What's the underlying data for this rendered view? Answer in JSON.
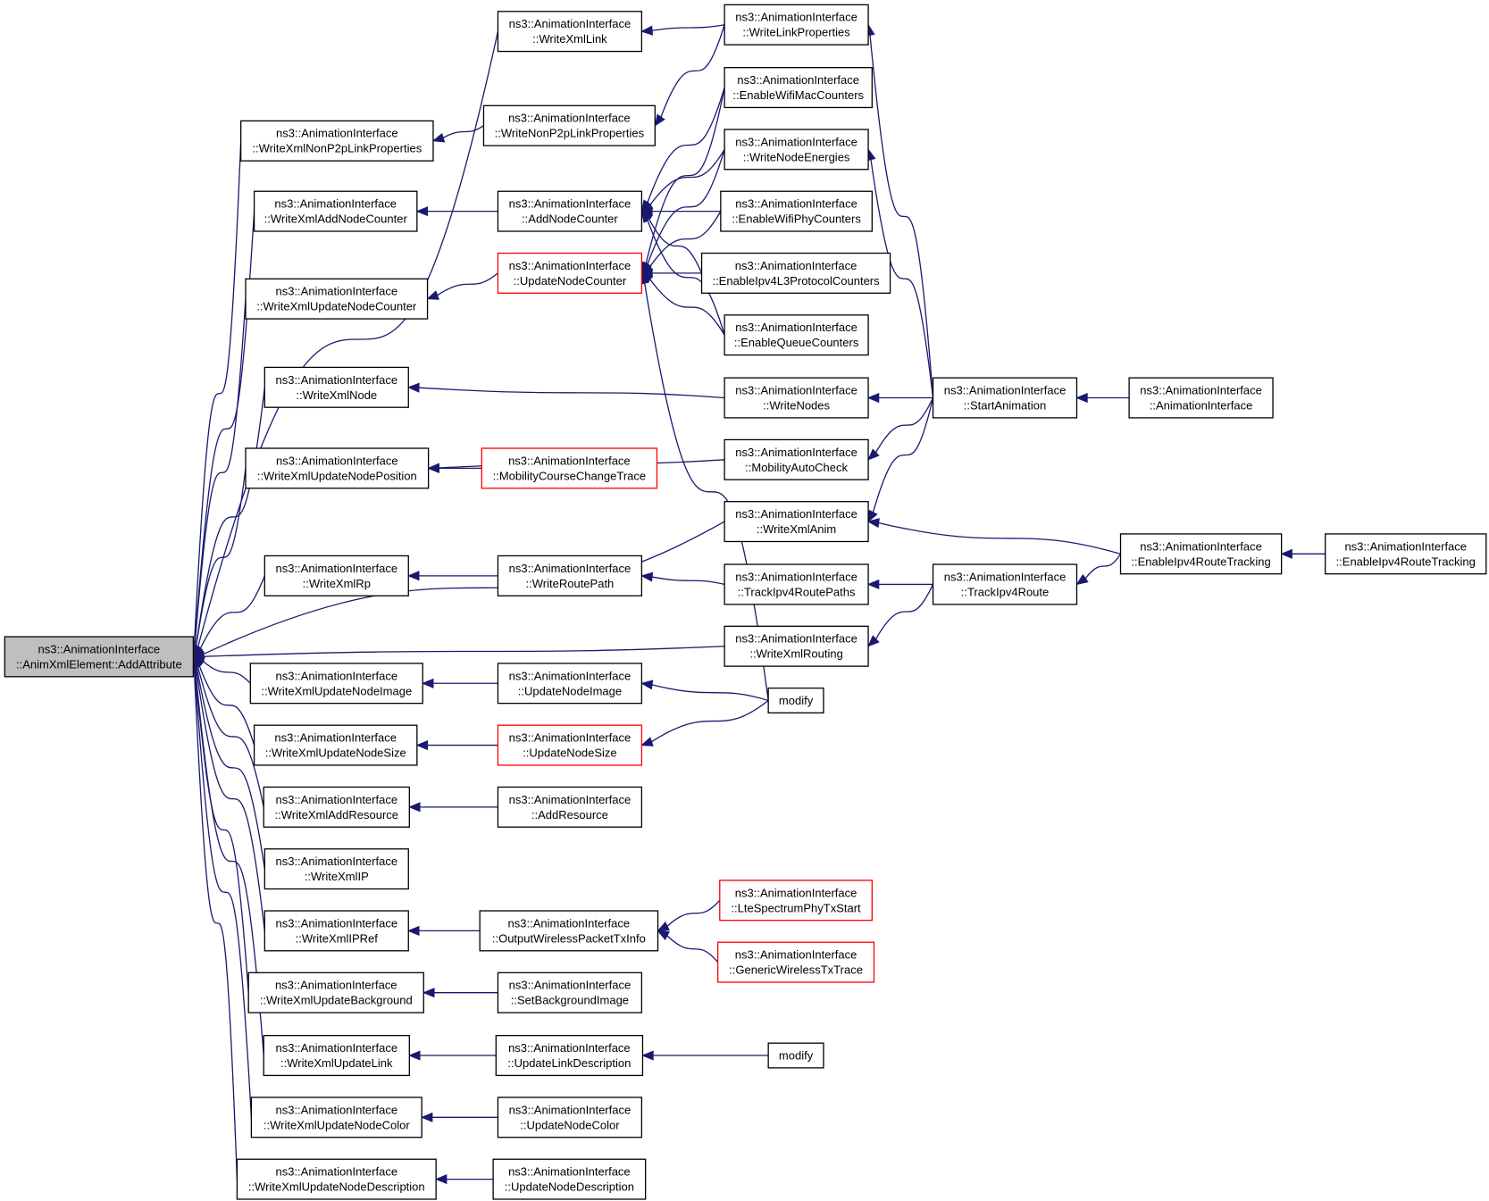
{
  "nodes": [
    {
      "id": "root",
      "lines": [
        "ns3::AnimationInterface",
        "::AnimXmlElement::AddAttribute"
      ],
      "style": "root"
    },
    {
      "id": "writeXmlLink",
      "lines": [
        "ns3::AnimationInterface",
        "::WriteXmlLink"
      ]
    },
    {
      "id": "writeXmlNonP2p",
      "lines": [
        "ns3::AnimationInterface",
        "::WriteXmlNonP2pLinkProperties"
      ]
    },
    {
      "id": "writeXmlAddNodeCounter",
      "lines": [
        "ns3::AnimationInterface",
        "::WriteXmlAddNodeCounter"
      ]
    },
    {
      "id": "writeXmlUpdateNodeCounter",
      "lines": [
        "ns3::AnimationInterface",
        "::WriteXmlUpdateNodeCounter"
      ]
    },
    {
      "id": "writeXmlNode",
      "lines": [
        "ns3::AnimationInterface",
        "::WriteXmlNode"
      ]
    },
    {
      "id": "writeXmlUpdateNodePosition",
      "lines": [
        "ns3::AnimationInterface",
        "::WriteXmlUpdateNodePosition"
      ]
    },
    {
      "id": "writeXmlRp",
      "lines": [
        "ns3::AnimationInterface",
        "::WriteXmlRp"
      ]
    },
    {
      "id": "writeXmlUpdateNodeImage",
      "lines": [
        "ns3::AnimationInterface",
        "::WriteXmlUpdateNodeImage"
      ]
    },
    {
      "id": "writeXmlUpdateNodeSize",
      "lines": [
        "ns3::AnimationInterface",
        "::WriteXmlUpdateNodeSize"
      ]
    },
    {
      "id": "writeXmlAddResource",
      "lines": [
        "ns3::AnimationInterface",
        "::WriteXmlAddResource"
      ]
    },
    {
      "id": "writeXmlIP",
      "lines": [
        "ns3::AnimationInterface",
        "::WriteXmlIP"
      ]
    },
    {
      "id": "writeXmlIPRef",
      "lines": [
        "ns3::AnimationInterface",
        "::WriteXmlIPRef"
      ]
    },
    {
      "id": "writeXmlUpdateBackground",
      "lines": [
        "ns3::AnimationInterface",
        "::WriteXmlUpdateBackground"
      ]
    },
    {
      "id": "writeXmlUpdateLink",
      "lines": [
        "ns3::AnimationInterface",
        "::WriteXmlUpdateLink"
      ]
    },
    {
      "id": "writeXmlUpdateNodeColor",
      "lines": [
        "ns3::AnimationInterface",
        "::WriteXmlUpdateNodeColor"
      ]
    },
    {
      "id": "writeXmlUpdateNodeDescription",
      "lines": [
        "ns3::AnimationInterface",
        "::WriteXmlUpdateNodeDescription"
      ]
    },
    {
      "id": "writeNonP2pLinkProperties",
      "lines": [
        "ns3::AnimationInterface",
        "::WriteNonP2pLinkProperties"
      ]
    },
    {
      "id": "addNodeCounter",
      "lines": [
        "ns3::AnimationInterface",
        "::AddNodeCounter"
      ]
    },
    {
      "id": "updateNodeCounter",
      "lines": [
        "ns3::AnimationInterface",
        "::UpdateNodeCounter"
      ],
      "style": "red"
    },
    {
      "id": "mobilityCourseChangeTrace",
      "lines": [
        "ns3::AnimationInterface",
        "::MobilityCourseChangeTrace"
      ],
      "style": "red"
    },
    {
      "id": "writeRoutePath",
      "lines": [
        "ns3::AnimationInterface",
        "::WriteRoutePath"
      ]
    },
    {
      "id": "updateNodeImage",
      "lines": [
        "ns3::AnimationInterface",
        "::UpdateNodeImage"
      ]
    },
    {
      "id": "updateNodeSize",
      "lines": [
        "ns3::AnimationInterface",
        "::UpdateNodeSize"
      ],
      "style": "red"
    },
    {
      "id": "addResource",
      "lines": [
        "ns3::AnimationInterface",
        "::AddResource"
      ]
    },
    {
      "id": "outputWirelessPacketTxInfo",
      "lines": [
        "ns3::AnimationInterface",
        "::OutputWirelessPacketTxInfo"
      ]
    },
    {
      "id": "setBackgroundImage",
      "lines": [
        "ns3::AnimationInterface",
        "::SetBackgroundImage"
      ]
    },
    {
      "id": "updateLinkDescription",
      "lines": [
        "ns3::AnimationInterface",
        "::UpdateLinkDescription"
      ]
    },
    {
      "id": "updateNodeColor",
      "lines": [
        "ns3::AnimationInterface",
        "::UpdateNodeColor"
      ]
    },
    {
      "id": "updateNodeDescription",
      "lines": [
        "ns3::AnimationInterface",
        "::UpdateNodeDescription"
      ]
    },
    {
      "id": "writeLinkProperties",
      "lines": [
        "ns3::AnimationInterface",
        "::WriteLinkProperties"
      ]
    },
    {
      "id": "enableWifiMacCounters",
      "lines": [
        "ns3::AnimationInterface",
        "::EnableWifiMacCounters"
      ]
    },
    {
      "id": "writeNodeEnergies",
      "lines": [
        "ns3::AnimationInterface",
        "::WriteNodeEnergies"
      ]
    },
    {
      "id": "enableWifiPhyCounters",
      "lines": [
        "ns3::AnimationInterface",
        "::EnableWifiPhyCounters"
      ]
    },
    {
      "id": "enableIpv4L3ProtocolCounters",
      "lines": [
        "ns3::AnimationInterface",
        "::EnableIpv4L3ProtocolCounters"
      ]
    },
    {
      "id": "enableQueueCounters",
      "lines": [
        "ns3::AnimationInterface",
        "::EnableQueueCounters"
      ]
    },
    {
      "id": "writeNodes",
      "lines": [
        "ns3::AnimationInterface",
        "::WriteNodes"
      ]
    },
    {
      "id": "mobilityAutoCheck",
      "lines": [
        "ns3::AnimationInterface",
        "::MobilityAutoCheck"
      ]
    },
    {
      "id": "writeXmlAnim",
      "lines": [
        "ns3::AnimationInterface",
        "::WriteXmlAnim"
      ]
    },
    {
      "id": "trackIpv4RoutePaths",
      "lines": [
        "ns3::AnimationInterface",
        "::TrackIpv4RoutePaths"
      ]
    },
    {
      "id": "writeXmlRouting",
      "lines": [
        "ns3::AnimationInterface",
        "::WriteXmlRouting"
      ]
    },
    {
      "id": "modify1",
      "lines": [
        "modify"
      ]
    },
    {
      "id": "lteSpectrumPhyTxStart",
      "lines": [
        "ns3::AnimationInterface",
        "::LteSpectrumPhyTxStart"
      ],
      "style": "red"
    },
    {
      "id": "genericWirelessTxTrace",
      "lines": [
        "ns3::AnimationInterface",
        "::GenericWirelessTxTrace"
      ],
      "style": "red"
    },
    {
      "id": "modify2",
      "lines": [
        "modify"
      ]
    },
    {
      "id": "startAnimation",
      "lines": [
        "ns3::AnimationInterface",
        "::StartAnimation"
      ]
    },
    {
      "id": "trackIpv4Route",
      "lines": [
        "ns3::AnimationInterface",
        "::TrackIpv4Route"
      ]
    },
    {
      "id": "animationInterface",
      "lines": [
        "ns3::AnimationInterface",
        "::AnimationInterface"
      ]
    },
    {
      "id": "enableIpv4RouteTracking1",
      "lines": [
        "ns3::AnimationInterface",
        "::EnableIpv4RouteTracking"
      ]
    },
    {
      "id": "enableIpv4RouteTracking2",
      "lines": [
        "ns3::AnimationInterface",
        "::EnableIpv4RouteTracking"
      ]
    }
  ],
  "edges": [
    {
      "from": "writeXmlLink",
      "to": "root"
    },
    {
      "from": "writeXmlNonP2p",
      "to": "root"
    },
    {
      "from": "writeXmlAddNodeCounter",
      "to": "root"
    },
    {
      "from": "writeXmlUpdateNodeCounter",
      "to": "root"
    },
    {
      "from": "writeXmlNode",
      "to": "root"
    },
    {
      "from": "writeXmlUpdateNodePosition",
      "to": "root"
    },
    {
      "from": "writeXmlAnim",
      "to": "root"
    },
    {
      "from": "writeXmlRp",
      "to": "root"
    },
    {
      "from": "writeXmlRouting",
      "to": "root"
    },
    {
      "from": "writeXmlUpdateNodeImage",
      "to": "root"
    },
    {
      "from": "writeXmlUpdateNodeSize",
      "to": "root"
    },
    {
      "from": "writeXmlAddResource",
      "to": "root"
    },
    {
      "from": "writeXmlIP",
      "to": "root"
    },
    {
      "from": "writeXmlIPRef",
      "to": "root"
    },
    {
      "from": "writeXmlUpdateBackground",
      "to": "root"
    },
    {
      "from": "writeXmlUpdateLink",
      "to": "root"
    },
    {
      "from": "writeXmlUpdateNodeColor",
      "to": "root"
    },
    {
      "from": "writeXmlUpdateNodeDescription",
      "to": "root"
    },
    {
      "from": "writeLinkProperties",
      "to": "writeXmlLink"
    },
    {
      "from": "writeNonP2pLinkProperties",
      "to": "writeXmlNonP2p"
    },
    {
      "from": "writeLinkProperties",
      "to": "writeNonP2pLinkProperties"
    },
    {
      "from": "addNodeCounter",
      "to": "writeXmlAddNodeCounter"
    },
    {
      "from": "enableWifiMacCounters",
      "to": "addNodeCounter"
    },
    {
      "from": "writeNodeEnergies",
      "to": "addNodeCounter"
    },
    {
      "from": "enableWifiPhyCounters",
      "to": "addNodeCounter"
    },
    {
      "from": "enableIpv4L3ProtocolCounters",
      "to": "addNodeCounter"
    },
    {
      "from": "enableQueueCounters",
      "to": "addNodeCounter"
    },
    {
      "from": "updateNodeCounter",
      "to": "writeXmlUpdateNodeCounter"
    },
    {
      "from": "enableWifiMacCounters",
      "to": "updateNodeCounter"
    },
    {
      "from": "writeNodeEnergies",
      "to": "updateNodeCounter"
    },
    {
      "from": "enableWifiPhyCounters",
      "to": "updateNodeCounter"
    },
    {
      "from": "enableIpv4L3ProtocolCounters",
      "to": "updateNodeCounter"
    },
    {
      "from": "enableQueueCounters",
      "to": "updateNodeCounter"
    },
    {
      "from": "modify1",
      "to": "updateNodeCounter"
    },
    {
      "from": "writeNodes",
      "to": "writeXmlNode"
    },
    {
      "from": "mobilityAutoCheck",
      "to": "writeXmlUpdateNodePosition"
    },
    {
      "from": "mobilityCourseChangeTrace",
      "to": "writeXmlUpdateNodePosition"
    },
    {
      "from": "writeRoutePath",
      "to": "writeXmlRp"
    },
    {
      "from": "trackIpv4RoutePaths",
      "to": "writeRoutePath"
    },
    {
      "from": "updateNodeImage",
      "to": "writeXmlUpdateNodeImage"
    },
    {
      "from": "modify1",
      "to": "updateNodeImage"
    },
    {
      "from": "updateNodeSize",
      "to": "writeXmlUpdateNodeSize"
    },
    {
      "from": "modify1",
      "to": "updateNodeSize"
    },
    {
      "from": "addResource",
      "to": "writeXmlAddResource"
    },
    {
      "from": "outputWirelessPacketTxInfo",
      "to": "writeXmlIPRef"
    },
    {
      "from": "lteSpectrumPhyTxStart",
      "to": "outputWirelessPacketTxInfo"
    },
    {
      "from": "genericWirelessTxTrace",
      "to": "outputWirelessPacketTxInfo"
    },
    {
      "from": "setBackgroundImage",
      "to": "writeXmlUpdateBackground"
    },
    {
      "from": "updateLinkDescription",
      "to": "writeXmlUpdateLink"
    },
    {
      "from": "modify2",
      "to": "updateLinkDescription"
    },
    {
      "from": "updateNodeColor",
      "to": "writeXmlUpdateNodeColor"
    },
    {
      "from": "updateNodeDescription",
      "to": "writeXmlUpdateNodeDescription"
    },
    {
      "from": "startAnimation",
      "to": "writeLinkProperties"
    },
    {
      "from": "startAnimation",
      "to": "writeNodeEnergies"
    },
    {
      "from": "startAnimation",
      "to": "writeNodes"
    },
    {
      "from": "startAnimation",
      "to": "mobilityAutoCheck"
    },
    {
      "from": "startAnimation",
      "to": "writeXmlAnim"
    },
    {
      "from": "animationInterface",
      "to": "startAnimation"
    },
    {
      "from": "enableIpv4RouteTracking1",
      "to": "writeXmlAnim"
    },
    {
      "from": "trackIpv4Route",
      "to": "trackIpv4RoutePaths"
    },
    {
      "from": "trackIpv4Route",
      "to": "writeXmlRouting"
    },
    {
      "from": "enableIpv4RouteTracking1",
      "to": "trackIpv4Route"
    },
    {
      "from": "enableIpv4RouteTracking2",
      "to": "enableIpv4RouteTracking1"
    }
  ]
}
